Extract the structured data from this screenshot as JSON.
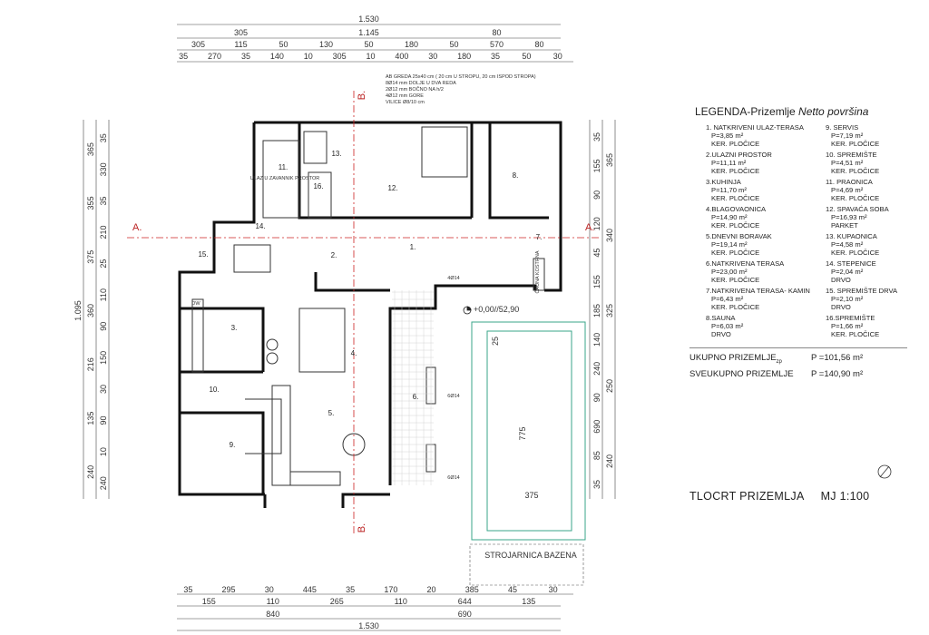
{
  "dims_top": {
    "row1": [
      "1.530"
    ],
    "row2": [
      "305",
      "1.145",
      "80"
    ],
    "row3": [
      "305",
      "115",
      "50",
      "130",
      "50",
      "180",
      "50",
      "570",
      "80"
    ],
    "row4": [
      "35",
      "270",
      "35",
      "140",
      "10",
      "305",
      "10",
      "400",
      "30",
      "180",
      "35",
      "50",
      "30"
    ]
  },
  "dims_bottom": {
    "row1": [
      "35",
      "295",
      "30",
      "445",
      "35",
      "170",
      "20",
      "385",
      "45",
      "30"
    ],
    "row2": [
      "155",
      "110",
      "265",
      "110",
      "644",
      "135"
    ],
    "row3": [
      "840",
      "690"
    ],
    "row4": [
      "1.530"
    ]
  },
  "dims_left": {
    "outer": [
      "1.095"
    ],
    "mid": [
      "365",
      "355",
      "375",
      "360",
      "216",
      "135",
      "240"
    ],
    "inner": [
      "35",
      "330",
      "35",
      "210",
      "25",
      "110",
      "90",
      "150",
      "30",
      "90",
      "10",
      "240"
    ]
  },
  "dims_right": {
    "inner": [
      "35",
      "155",
      "90",
      "120",
      "45",
      "155",
      "185",
      "140",
      "240",
      "90",
      "690",
      "85",
      "35"
    ],
    "outer": [
      "365",
      "340",
      "325",
      "250",
      "240"
    ]
  },
  "section_marks": [
    "A.",
    "A.",
    "B.",
    "B."
  ],
  "beam_note": [
    "AB GREDA 25x40 cm ( 20 cm U STROPU, 20 cm ISPOD STROPA)",
    "8Ø14 mm DOLJE U DVA REDA",
    "2Ø12 mm BOČNO NA h/2",
    "4Ø12 mm GORE",
    "VILICE Ø8/10 cm"
  ],
  "room_numbers": [
    "1.",
    "2.",
    "3.",
    "4.",
    "5.",
    "6.",
    "7.",
    "8.",
    "9.",
    "10.",
    "11.",
    "12.",
    "13.",
    "14.",
    "15.",
    "16."
  ],
  "labels": {
    "level": "+0,00//52,90",
    "pool_room": "STROJARNICA BAZENA",
    "pool_length": "775",
    "pool_width": "375",
    "pool_side": "25",
    "bar_6o14": "6Ø14",
    "bar_4o14": "4Ø14",
    "dw": "DW",
    "storage_note": "ULAZ U ZAVANNIK PROSTOR",
    "chimney": "ČAUNA KOSTRNA"
  },
  "legend": {
    "title": "LEGENDA-Prizemlje",
    "title_italic": "Netto površina",
    "items": [
      {
        "name": "1. NATKRIVENI ULAZ-TERASA",
        "area": "P=3,85 m²",
        "floor": "KER. PLOČICE"
      },
      {
        "name": "9.  SERVIS",
        "area": "P=7,19 m²",
        "floor": "KER. PLOČICE"
      },
      {
        "name": "2.ULAZNI PROSTOR",
        "area": "P=11,11 m²",
        "floor": "KER. PLOČICE"
      },
      {
        "name": "10. SPREMIŠTE",
        "area": "P=4,51 m²",
        "floor": "KER. PLOČICE"
      },
      {
        "name": "3.KUHINJA",
        "area": "P=11,70 m²",
        "floor": "KER. PLOČICE"
      },
      {
        "name": "11. PRAONICA",
        "area": "P=4,69 m²",
        "floor": "KER. PLOČICE"
      },
      {
        "name": "4.BLAGOVAONICA",
        "area": "P=14,90 m²",
        "floor": "KER. PLOČICE"
      },
      {
        "name": "12. SPAVAĆA SOBA",
        "area": "P=16,93 m²",
        "floor": "PARKET"
      },
      {
        "name": "5.DNEVNI BORAVAK",
        "area": "P=19,14 m²",
        "floor": "KER. PLOČICE"
      },
      {
        "name": "13. KUPAONICA",
        "area": "P=4,58 m²",
        "floor": "KER. PLOČICE"
      },
      {
        "name": "6.NATKRIVENA TERASA",
        "area": "P=23,00 m²",
        "floor": "KER. PLOČICE"
      },
      {
        "name": "14. STEPENICE",
        "area": "P=2,04 m²",
        "floor": "DRVO"
      },
      {
        "name": "7.NATKRIVENA TERASA- KAMIN",
        "area": "P=6,43 m²",
        "floor": "KER. PLOČICE"
      },
      {
        "name": "15. SPREMIŠTE DRVA",
        "area": "P=2,10 m²",
        "floor": "DRVO"
      },
      {
        "name": "8.SAUNA",
        "area": "P=6,03 m²",
        "floor": "DRVO"
      },
      {
        "name": "16.SPREMIŠTE",
        "area": "P=1,66 m²",
        "floor": "KER. PLOČICE"
      }
    ],
    "total_ground_label": "UKUPNO PRIZEMLJE",
    "total_ground_sub": "zp",
    "total_ground_value": "P =101,56 m²",
    "total_all_label": "SVEUKUPNO PRIZEMLJE",
    "total_all_value": "P =140,90 m²"
  },
  "plan_title": "TLOCRT PRIZEMLJA",
  "scale": "MJ  1:100",
  "colors": {
    "section_line": "#cc2222",
    "pool": "#3aa58a",
    "wall": "#111111"
  }
}
